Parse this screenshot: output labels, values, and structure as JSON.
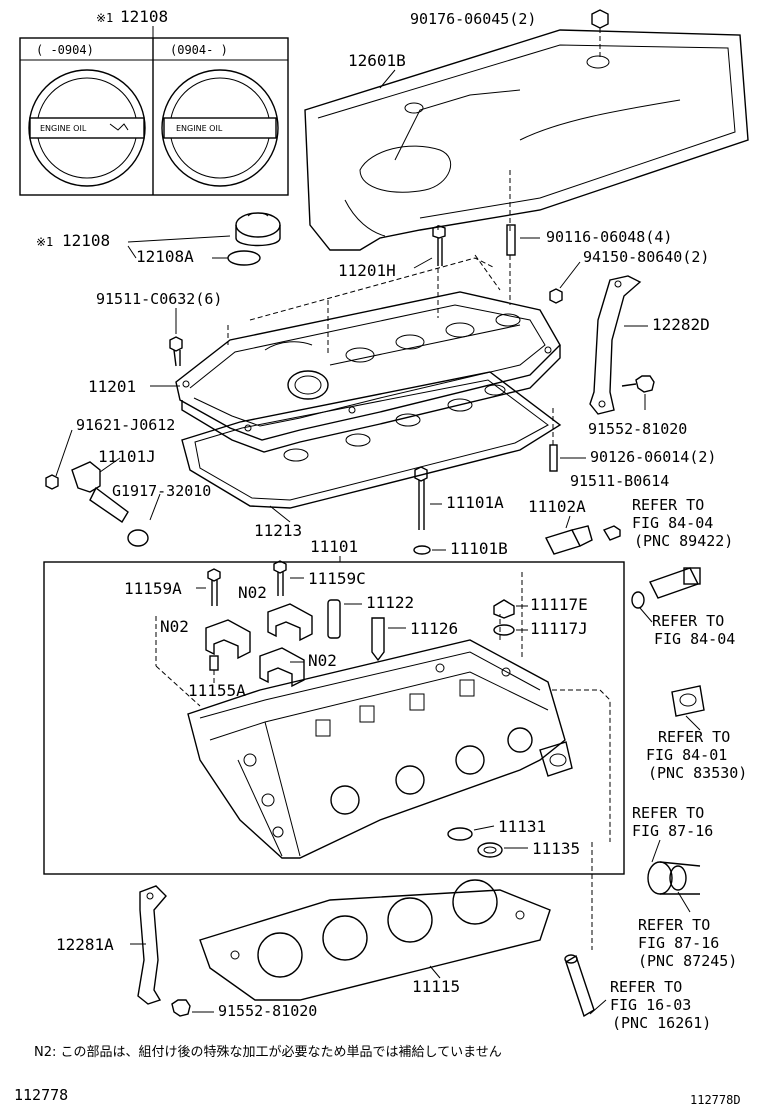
{
  "labels": {
    "cap_main": "12108",
    "cap_col1": "(      -0904)",
    "cap_col2": "(0904-      )",
    "cap_text": "ENGINE OIL",
    "p_90176": "90176-06045(2)",
    "p_12601B": "12601B",
    "p_12108": "12108",
    "p_12108A": "12108A",
    "p_90116": "90116-06048(4)",
    "p_11201H": "11201H",
    "p_94150": "94150-80640(2)",
    "p_91511C": "91511-C0632(6)",
    "p_12282D": "12282D",
    "p_11201": "11201",
    "p_91552a": "91552-81020",
    "p_91621": "91621-J0612",
    "p_90126": "90126-06014(2)",
    "p_11101J": "11101J",
    "p_G1917": "G1917-32010",
    "p_91511B": "91511-B0614",
    "p_11101A": "11101A",
    "p_11102A": "11102A",
    "p_11213": "11213",
    "p_11101": "11101",
    "p_11101B": "11101B",
    "p_11159A": "11159A",
    "p_11159C": "11159C",
    "p_N02a": "N02",
    "p_11122": "11122",
    "p_11117E": "11117E",
    "p_N02b": "N02",
    "p_11126": "11126",
    "p_11117J": "11117J",
    "p_N02c": "N02",
    "p_11155A": "11155A",
    "p_11131": "11131",
    "p_11135": "11135",
    "p_12281A": "12281A",
    "p_11115": "11115",
    "p_91552b": "91552-81020",
    "ref_a1": "REFER TO",
    "ref_a2": "FIG 84-04",
    "ref_a3": "(PNC 89422)",
    "ref_b1": "REFER TO",
    "ref_b2": "FIG 84-04",
    "ref_c1": "REFER TO",
    "ref_c2": "FIG 84-01",
    "ref_c3": "(PNC 83530)",
    "ref_d1": "REFER TO",
    "ref_d2": "FIG 87-16",
    "ref_e1": "REFER TO",
    "ref_e2": "FIG 87-16",
    "ref_e3": "(PNC 87245)",
    "ref_f1": "REFER TO",
    "ref_f2": "FIG 16-03",
    "ref_f3": "(PNC 16261)",
    "note": "N2: この部品は、組付け後の特殊な加工が必要なため単品では補給していません",
    "footer_left": "112778",
    "footer_right": "112778D"
  },
  "marks": {
    "ref_symbol": "※1"
  }
}
